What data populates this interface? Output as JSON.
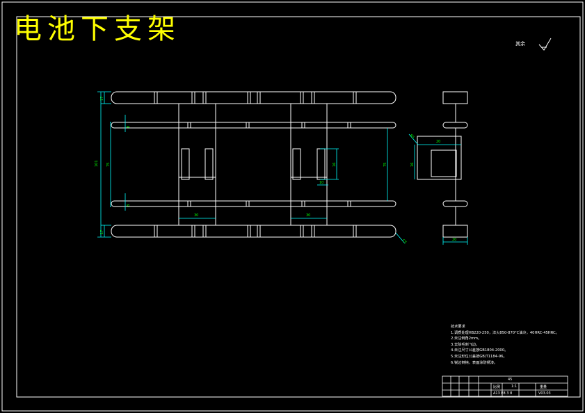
{
  "title": "电池下支架",
  "surface_finish": {
    "label": "其余",
    "symbol_icon": "surface-roughness-check-icon"
  },
  "dimensions": {
    "top_rail_height": "17",
    "inner_rail_top": "8",
    "overall_height": "101",
    "inner_height": "75",
    "inner_rail_bottom": "8",
    "bottom_rail_height": "17",
    "slot_height": "16",
    "slot_width": "10",
    "inner_span": "75",
    "left_spacing": "30",
    "right_spacing": "30",
    "corner_radius": "R5",
    "side_width": "20",
    "side_height": "16",
    "chamfer": "C5",
    "side_depth": "20"
  },
  "tech_requirements": {
    "heading": "技术要求",
    "items": [
      "1.调质处理HB220-250，淬火850-870°C油冷，40HRC-45HRC。",
      "2.未注倒角2mm。",
      "3.去除毛刺飞边。",
      "4.未注尺寸公差按GB1804-2000。",
      "5.未注形位公差按GB/T1184-96。",
      "6.锐边倒钝，表面涂防锈漆。"
    ]
  },
  "title_block": {
    "material": "45",
    "ratio_label": "比例",
    "ratio_value": "1:1",
    "weight_label": "重量",
    "drawing_no": "A13 E8 3 8",
    "scale_text": "V03.03"
  },
  "colors": {
    "outline": "#ffffff",
    "dimension": "#00ffff",
    "dimension_text": "#00ff00",
    "title": "#ffff00",
    "background": "#000000"
  }
}
